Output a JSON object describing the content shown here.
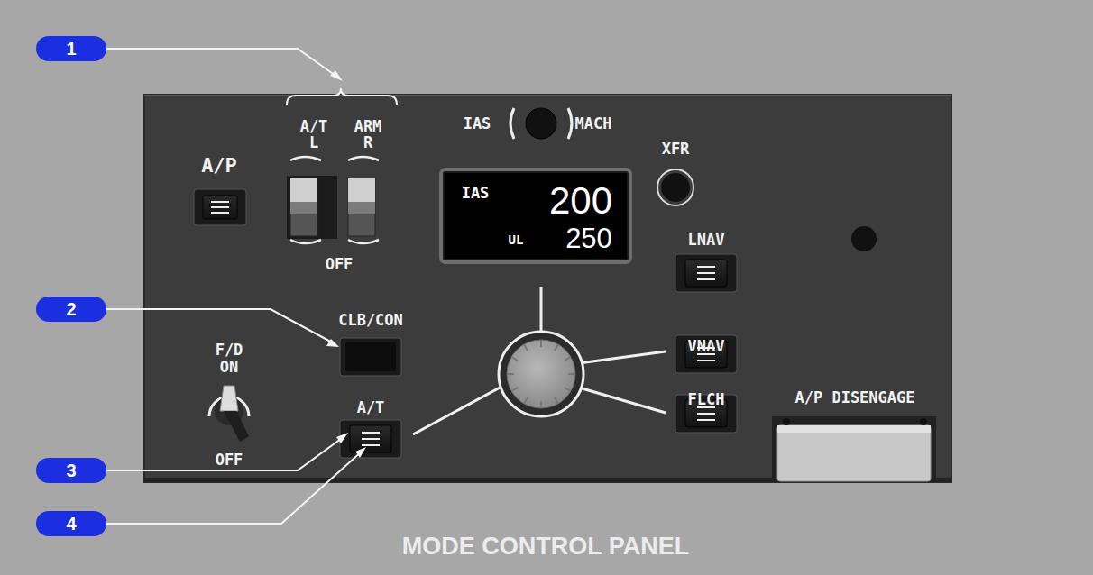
{
  "diagram": {
    "caption": "MODE CONTROL PANEL",
    "nodes": [
      {
        "text": [
          "IAS",
          "200",
          "UL",
          "250"
        ]
      }
    ],
    "labels": [
      "1",
      "2",
      "3",
      "4",
      "A/T",
      "ARM",
      "L",
      "R",
      "OFF",
      "A/P",
      "IAS",
      "MACH",
      "XFR",
      "LNAV",
      "CLB/CON",
      "VNAV",
      "F/D",
      "ON",
      "OFF",
      "A/T",
      "FLCH",
      "A/P DISENGAGE"
    ]
  }
}
